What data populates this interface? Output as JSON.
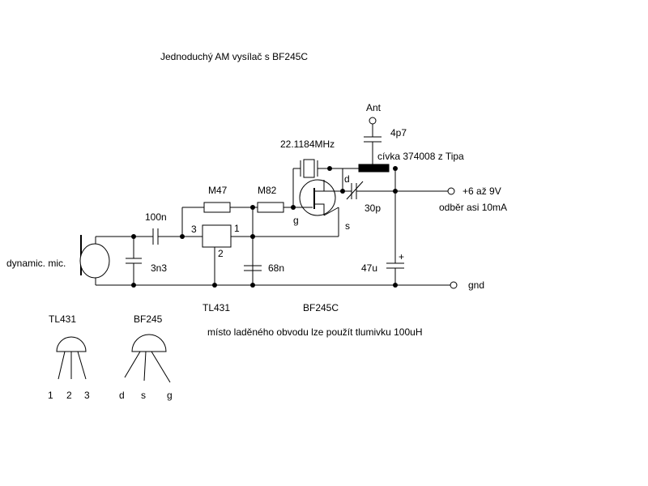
{
  "title": "Jednoduchý AM vysílač s BF245C",
  "components": {
    "antenna": "Ant",
    "crystal": "22.1184MHz",
    "cap_4p7": "4p7",
    "coil": "cívka 374008 z Tipa",
    "supply": "+6 až 9V",
    "current": "odběr asi 10mA",
    "trimmer": "30p",
    "res_m47": "M47",
    "res_m82": "M82",
    "cap_100n": "100n",
    "cap_3n3": "3n3",
    "cap_68n": "68n",
    "cap_47u": "47u",
    "plus": "+",
    "gnd": "gnd",
    "mic": "dynamic. mic.",
    "tl431_part": "TL431",
    "bf245c_part": "BF245C",
    "pin_d": "d",
    "pin_g": "g",
    "pin_s": "s",
    "tl_pin_1": "1",
    "tl_pin_2": "2",
    "tl_pin_3": "3"
  },
  "note": "místo laděného obvodu lze použít tlumivku 100uH",
  "pinouts": {
    "tl431": {
      "name": "TL431",
      "pins": [
        "1",
        "2",
        "3"
      ]
    },
    "bf245": {
      "name": "BF245",
      "pins": [
        "d",
        "s",
        "g"
      ]
    }
  }
}
